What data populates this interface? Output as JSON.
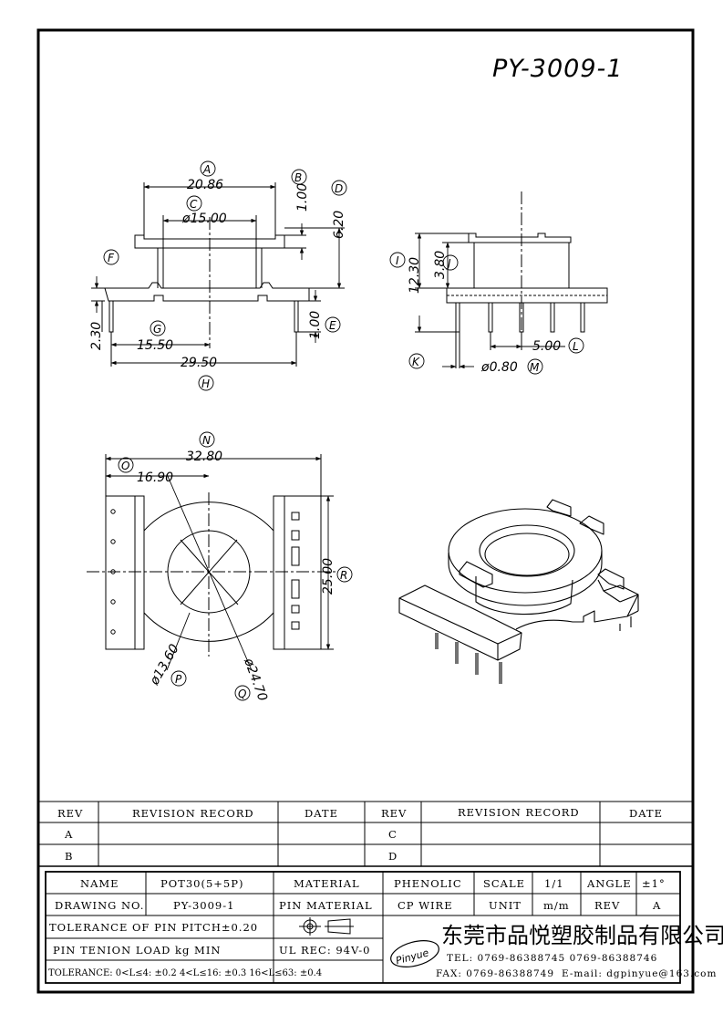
{
  "drawing_number_title": "PY-3009-1",
  "dims": {
    "a": "20.86",
    "b": "1.00",
    "c": "ø15.00",
    "d": "6.20",
    "e": "1.00",
    "f_len": "2.30",
    "g": "15.50",
    "h": "29.50",
    "i": "12.30",
    "j": "3.80",
    "k": "ø0.80",
    "l": "5.00",
    "n": "32.80",
    "o": "16.90",
    "p": "ø13.60",
    "q": "ø24.70",
    "r": "25.00"
  },
  "letters": {
    "a": "A",
    "b": "B",
    "c": "C",
    "d": "D",
    "e": "E",
    "f": "F",
    "g": "G",
    "h": "H",
    "i": "I",
    "j": "J",
    "k": "K",
    "l": "L",
    "m": "M",
    "n": "N",
    "o": "O",
    "p": "P",
    "q": "Q",
    "r": "R"
  },
  "revision": {
    "rev_header": "REV",
    "record_header": "REVISION RECORD",
    "date_header": "DATE",
    "left_rows": [
      "A",
      "B"
    ],
    "right_rows": [
      "C",
      "D"
    ]
  },
  "title_block": {
    "name_label": "NAME",
    "name_value": "POT30(5+5P)",
    "material_label": "MATERIAL",
    "material_value": "PHENOLIC",
    "scale_label": "SCALE",
    "scale_value": "1/1",
    "angle_label": "ANGLE",
    "angle_value": "±1°",
    "drawing_no_label": "DRAWING NO.",
    "drawing_no_value": "PY-3009-1",
    "pin_material_label": "PIN MATERIAL",
    "pin_material_value": "CP WIRE",
    "unit_label": "UNIT",
    "unit_value": "m/m",
    "rev_label": "REV",
    "rev_value": "A",
    "pin_pitch_tolerance": "TOLERANCE OF PIN PITCH±0.20",
    "pin_load": "PIN TENION LOAD          kg MIN",
    "ul": "UL REC: 94V-0",
    "tolerance": "TOLERANCE: 0<L≤4: ±0.2  4<L≤16: ±0.3  16<L≤63: ±0.4"
  },
  "company": {
    "logo": "Pinyue",
    "name_cn": "东莞市品悦塑胶制品有限公司",
    "tel": "TEL: 0769-86388745    0769-86388746",
    "fax": "FAX: 0769-86388749",
    "email": "E-mail: dgpinyue@163.com"
  }
}
